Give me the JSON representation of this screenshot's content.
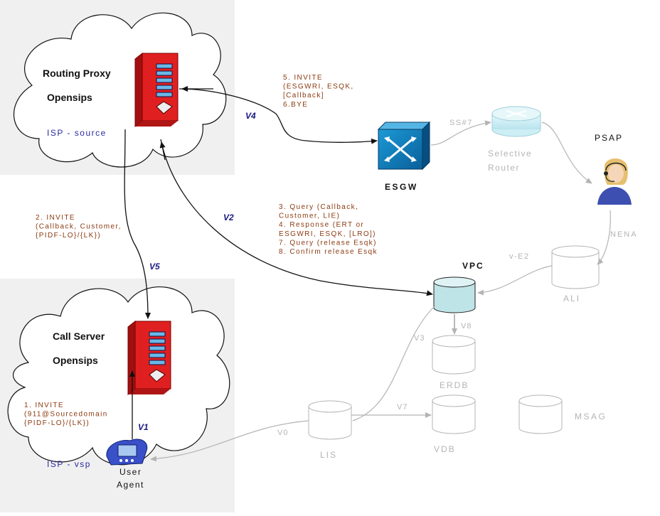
{
  "clouds": {
    "routing": {
      "title_line1": "Routing Proxy",
      "title_line2": "Opensips",
      "domain": "ISP - source"
    },
    "call": {
      "title_line1": "Call Server",
      "title_line2": "Opensips",
      "domain": "ISP - vsp"
    }
  },
  "nodes": {
    "esgw": "ESGW",
    "ss7": "SS#7",
    "selective_router_line1": "Selective",
    "selective_router_line2": "Router",
    "psap": "PSAP",
    "nena": "NENA",
    "ali": "ALI",
    "ve2": "v-E2",
    "vpc": "VPC",
    "erdb": "ERDB",
    "lis": "LIS",
    "vdb": "VDB",
    "msag": "MSAG",
    "user_agent_line1": "User",
    "user_agent_line2": "Agent"
  },
  "interfaces": {
    "v0": "V0",
    "v1": "V1",
    "v2": "V2",
    "v3": "V3",
    "v4": "V4",
    "v5": "V5",
    "v7": "V7",
    "v8": "V8"
  },
  "messages": {
    "m1": [
      "1. INVITE",
      "(911@Sourcedomain",
      "{PIDF-LO}/{LK})"
    ],
    "m2": [
      "2. INVITE",
      "(Callback, Customer,",
      "{PIDF-LO}/{LK})"
    ],
    "m3": [
      "3. Query (Callback,",
      "Customer, LIE)",
      "4. Response (ERT or",
      "ESGWRI, ESQK, [LRO])",
      "7. Query (release Esqk)",
      "8. Confirm release Esqk"
    ],
    "m5": [
      "5. INVITE",
      "(ESGWRI, ESQK,",
      "[Callback]",
      "6.BYE"
    ]
  },
  "colors": {
    "message_text": "#8b3a10",
    "interface_label": "#1a1a80",
    "faded": "#b4b4b4",
    "server_red": "#e02020",
    "esgw_blue": "#0a78b8",
    "vpc_fill": "#bfe4e8"
  }
}
